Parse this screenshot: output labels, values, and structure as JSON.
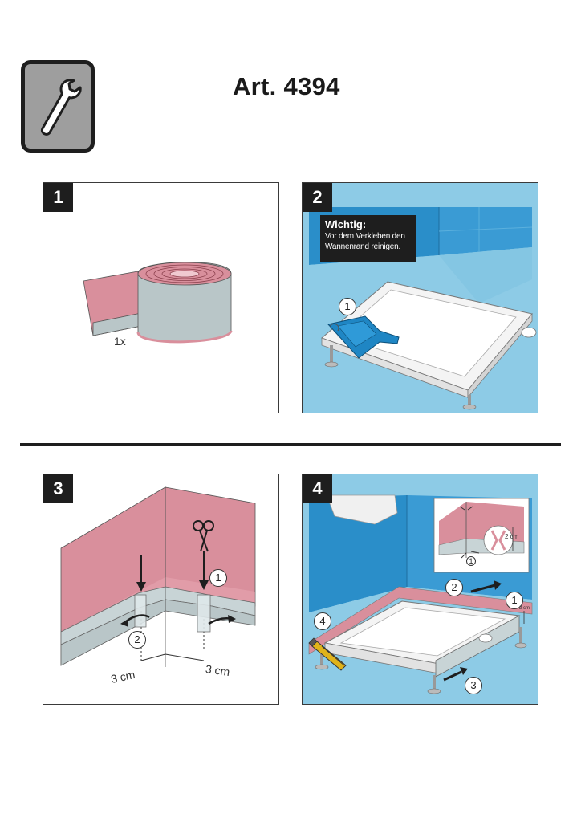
{
  "header": {
    "title": "Art. 4394",
    "icon": "wrench-icon"
  },
  "steps": [
    {
      "number": "1",
      "quantity_label": "1x"
    },
    {
      "number": "2",
      "hint_title": "Wichtig:",
      "hint_text": "Vor dem Verkleben den Wannenrand reinigen.",
      "callout": "1"
    },
    {
      "number": "3",
      "callouts": [
        "1",
        "2"
      ],
      "distance_left": "3 cm",
      "distance_right": "3 cm"
    },
    {
      "number": "4",
      "callouts": [
        "1",
        "2",
        "3",
        "4"
      ],
      "inset_measure": "2 cm",
      "inset_callout": "1",
      "edge_measure": "2 cm"
    }
  ],
  "colors": {
    "tape_pink": "#d98f9c",
    "tape_grey": "#b9c6c8",
    "wall_blue": "#2a8ec9",
    "floor_blue": "#8dcbe6",
    "badge": "#1e1e1e"
  }
}
